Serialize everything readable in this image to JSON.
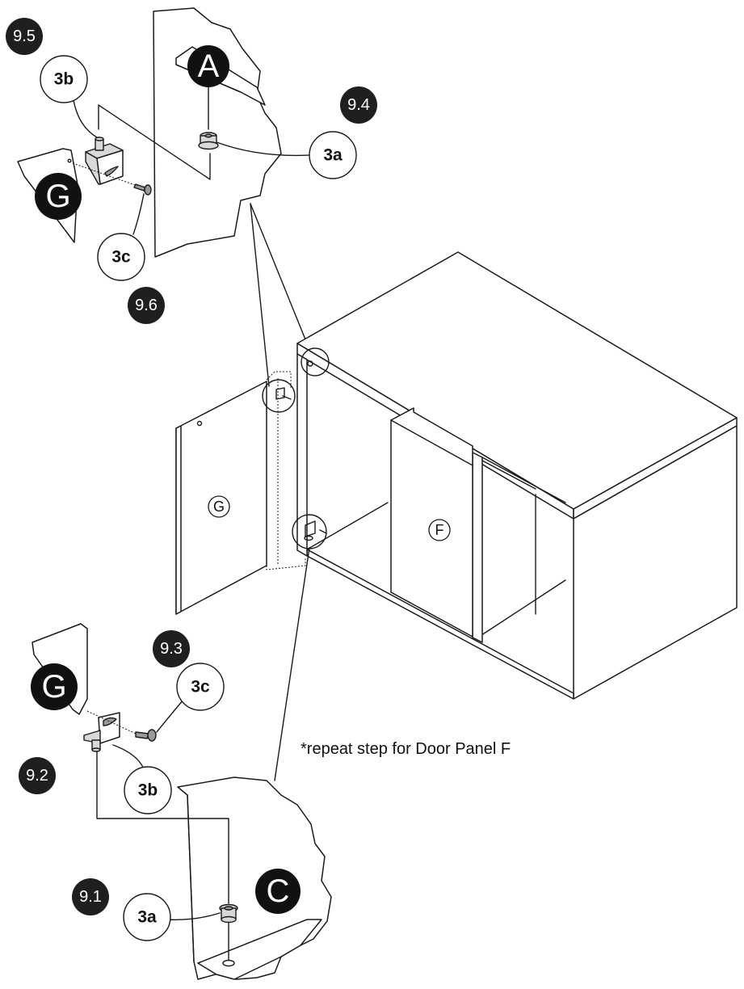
{
  "steps": {
    "s91": "9.1",
    "s92": "9.2",
    "s93": "9.3",
    "s94": "9.4",
    "s95": "9.5",
    "s96": "9.6"
  },
  "callouts": {
    "c3a_top": "3a",
    "c3b_top": "3b",
    "c3c_top": "3c",
    "c3a_bottom": "3a",
    "c3b_bottom": "3b",
    "c3c_bottom": "3c"
  },
  "panels": {
    "a_big": "A",
    "c_big": "C",
    "g_big_top": "G",
    "g_big_bottom": "G",
    "g_door": "G",
    "f_door": "F"
  },
  "note": "*repeat step for Door Panel F",
  "colors": {
    "step_badge": "#1f1f1f",
    "panel_label": "#111111",
    "line": "#1a1a1a"
  }
}
